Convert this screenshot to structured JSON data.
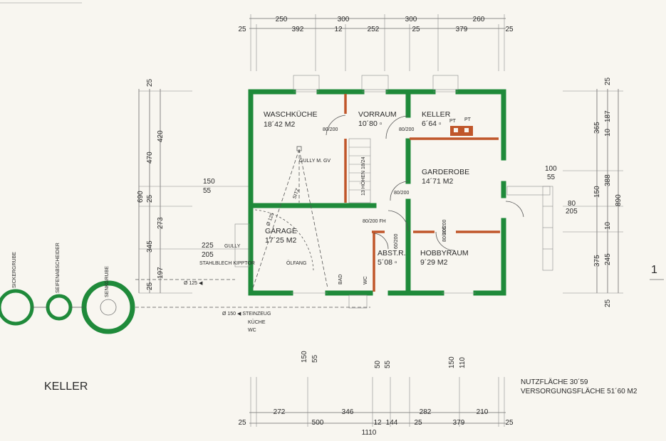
{
  "title": "KELLER",
  "page_number": "1",
  "areas": {
    "nutz": "NUTZFLÄCHE   30´59",
    "versorgung": "VERSORGUNGSFLÄCHE   51´60 M2"
  },
  "rooms": {
    "waschkueche": {
      "name": "WASCHKÜCHE",
      "area": "18´42 M2"
    },
    "vorraum": {
      "name": "VORRAUM",
      "area": "10´80 ▫"
    },
    "keller": {
      "name": "KELLER",
      "area": "6´64 ▫"
    },
    "garderobe": {
      "name": "GARDEROBE",
      "area": "14´71 M2"
    },
    "garage": {
      "name": "GARAGE",
      "area": "17´25 M2"
    },
    "abstr": {
      "name": "ABST.R.",
      "area": "5´08 ▫"
    },
    "hobbyraum": {
      "name": "HOBBYRAUM",
      "area": "9´29 M2"
    }
  },
  "doors": {
    "d1": "80/200",
    "d2": "80/200",
    "d3": "80/200",
    "d4": "80/200 FH",
    "d5": "60/200",
    "d6": "80/200",
    "d7": "80/200"
  },
  "labels": {
    "gully_gv": "GULLY M. GV",
    "stair": "13 HÖHEN 18/24",
    "gully": "GULLY",
    "kipptor": "STAHLBLECH KIPPTOR",
    "olfang": "ÖLFANG",
    "bad": "BAD",
    "wc": "WC",
    "pt1": "PT",
    "pt2": "PT",
    "pipe1": "SITZ",
    "pipe2": "Ø 125",
    "pipe3": "Ø 125 ◀",
    "pipe4": "Ø 150 ◀ STEINZEUG",
    "pipe4b": "KÜCHE",
    "pipe4c": "WC",
    "sickergrube": "SICKERGRUBE",
    "seifenabscheider": "SEIFENABSCHEIDER",
    "senkgrube": "SENKGRUBE"
  },
  "dims": {
    "top1": [
      "250",
      "300",
      "300",
      "260"
    ],
    "top2": [
      "25",
      "392",
      "12",
      "252",
      "25",
      "379",
      "25"
    ],
    "bottom1": [
      "272",
      "346",
      "282",
      "210"
    ],
    "bottom2": [
      "25",
      "500",
      "12",
      "144",
      "25",
      "379",
      "25"
    ],
    "bottom_total": "1110",
    "left_outer": "690",
    "left_mid": [
      "25",
      "420",
      "25",
      "25"
    ],
    "left_inner": [
      "470",
      "273",
      "345",
      "197"
    ],
    "right1": [
      "365",
      "150",
      "375"
    ],
    "right2": [
      "10",
      "187",
      "388",
      "10",
      "245"
    ],
    "right_total": "890",
    "right_edge": [
      "25",
      "25"
    ],
    "win_left": [
      "150",
      "55"
    ],
    "win_left2": [
      "225",
      "205"
    ],
    "win_right": [
      "100",
      "55"
    ],
    "win_right2": [
      "80",
      "205"
    ],
    "vert_bottom": [
      "150",
      "55",
      "50",
      "55",
      "150",
      "110"
    ]
  },
  "colors": {
    "wall": "#1f8a3a",
    "inner_wall": "#c0562a"
  }
}
